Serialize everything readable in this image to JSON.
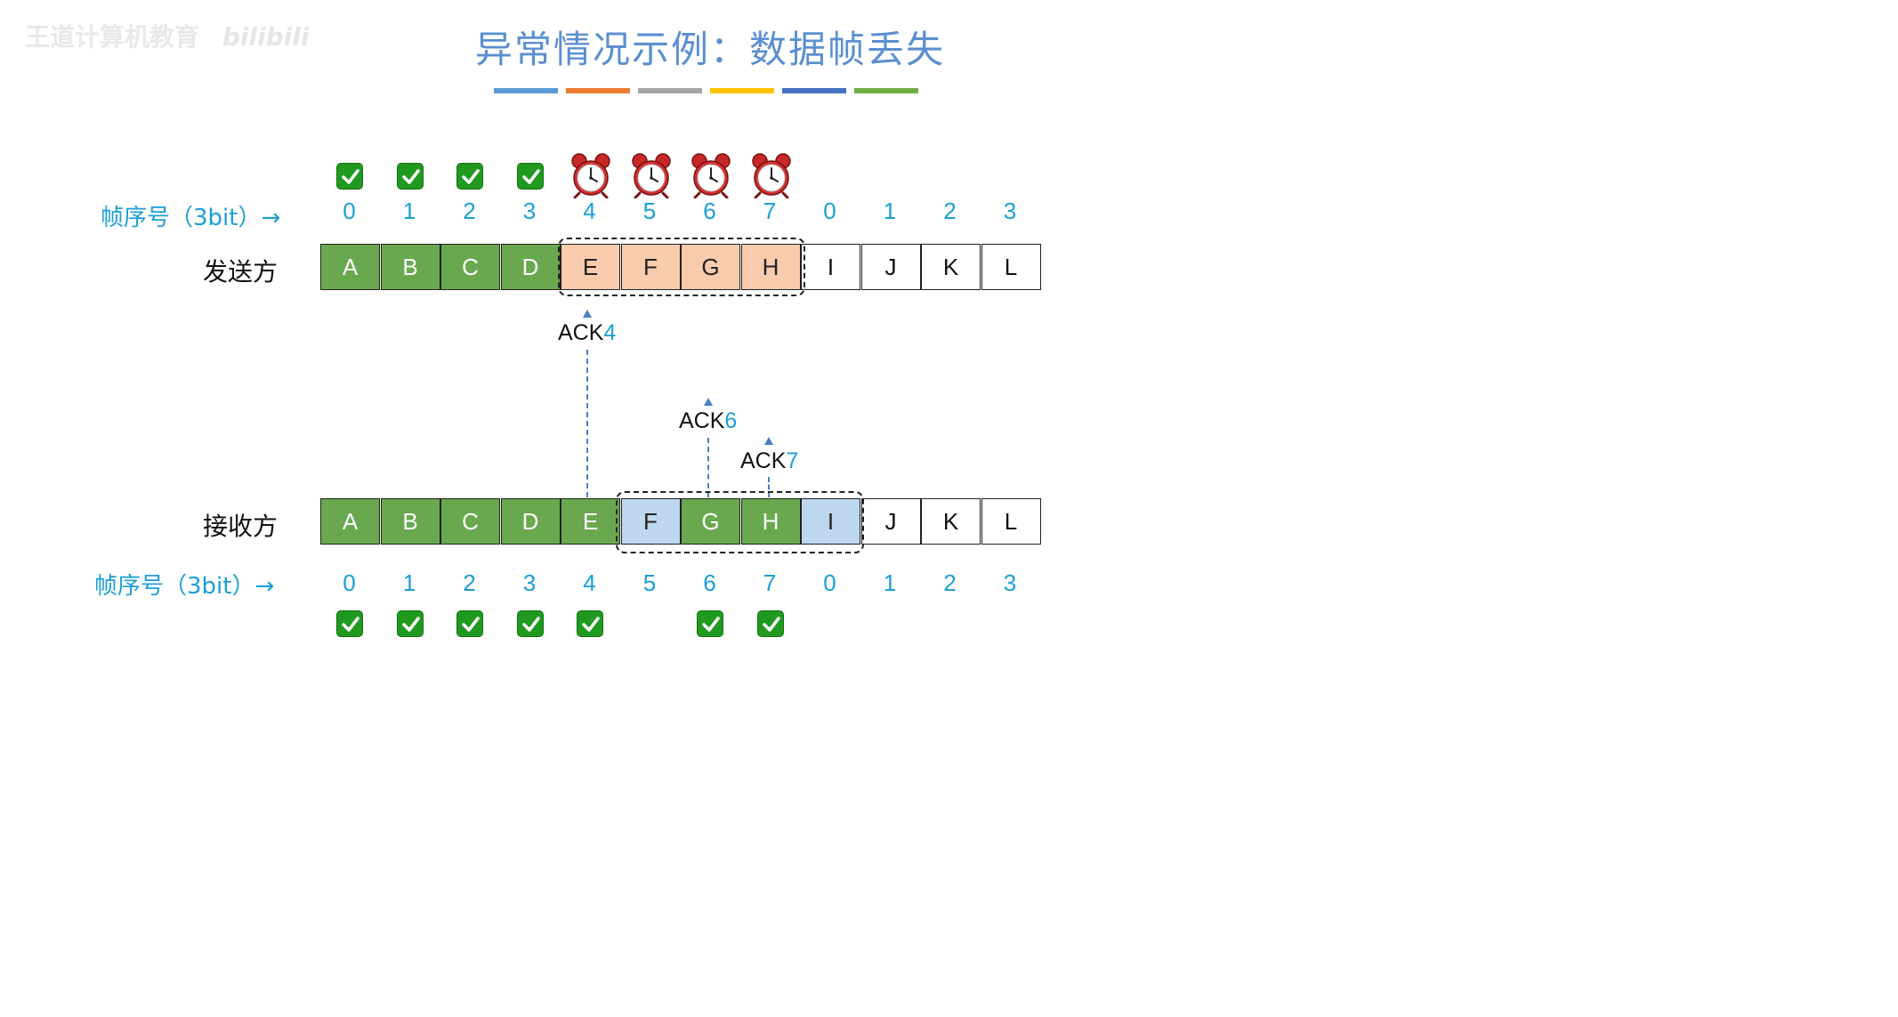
{
  "watermark": {
    "org": "王道计算机教育",
    "platform": "bilibili"
  },
  "title": {
    "main": "异常情况示例",
    "colon": "：",
    "sub": "数据帧丢失"
  },
  "color_bar": [
    "#5b9bd5",
    "#ed7d31",
    "#a5a5a5",
    "#ffc000",
    "#4472c4",
    "#70ad47"
  ],
  "sender": {
    "label": "发送方",
    "seq_label": "帧序号（3bit）→",
    "seq_numbers": [
      "0",
      "1",
      "2",
      "3",
      "4",
      "5",
      "6",
      "7",
      "0",
      "1",
      "2",
      "3"
    ],
    "frames": [
      {
        "text": "A",
        "state": "green"
      },
      {
        "text": "B",
        "state": "green"
      },
      {
        "text": "C",
        "state": "green"
      },
      {
        "text": "D",
        "state": "green"
      },
      {
        "text": "E",
        "state": "salmon"
      },
      {
        "text": "F",
        "state": "salmon"
      },
      {
        "text": "G",
        "state": "salmon"
      },
      {
        "text": "H",
        "state": "salmon"
      },
      {
        "text": "I",
        "state": "white"
      },
      {
        "text": "J",
        "state": "white"
      },
      {
        "text": "K",
        "state": "white"
      },
      {
        "text": "L",
        "state": "white"
      }
    ],
    "status_icons": [
      "check",
      "check",
      "check",
      "check",
      "clock",
      "clock",
      "clock",
      "clock"
    ]
  },
  "acks": [
    {
      "prefix": "ACK",
      "num": "4"
    },
    {
      "prefix": "ACK",
      "num": "6"
    },
    {
      "prefix": "ACK",
      "num": "7"
    }
  ],
  "receiver": {
    "label": "接收方",
    "seq_label": "帧序号（3bit）→",
    "seq_numbers": [
      "0",
      "1",
      "2",
      "3",
      "4",
      "5",
      "6",
      "7",
      "0",
      "1",
      "2",
      "3"
    ],
    "frames": [
      {
        "text": "A",
        "state": "green"
      },
      {
        "text": "B",
        "state": "green"
      },
      {
        "text": "C",
        "state": "green"
      },
      {
        "text": "D",
        "state": "green"
      },
      {
        "text": "E",
        "state": "green"
      },
      {
        "text": "F",
        "state": "blue"
      },
      {
        "text": "G",
        "state": "green"
      },
      {
        "text": "H",
        "state": "green"
      },
      {
        "text": "I",
        "state": "blue"
      },
      {
        "text": "J",
        "state": "white"
      },
      {
        "text": "K",
        "state": "white"
      },
      {
        "text": "L",
        "state": "white"
      }
    ],
    "status_icons": [
      "check",
      "check",
      "check",
      "check",
      "check",
      "none",
      "check",
      "check"
    ]
  }
}
